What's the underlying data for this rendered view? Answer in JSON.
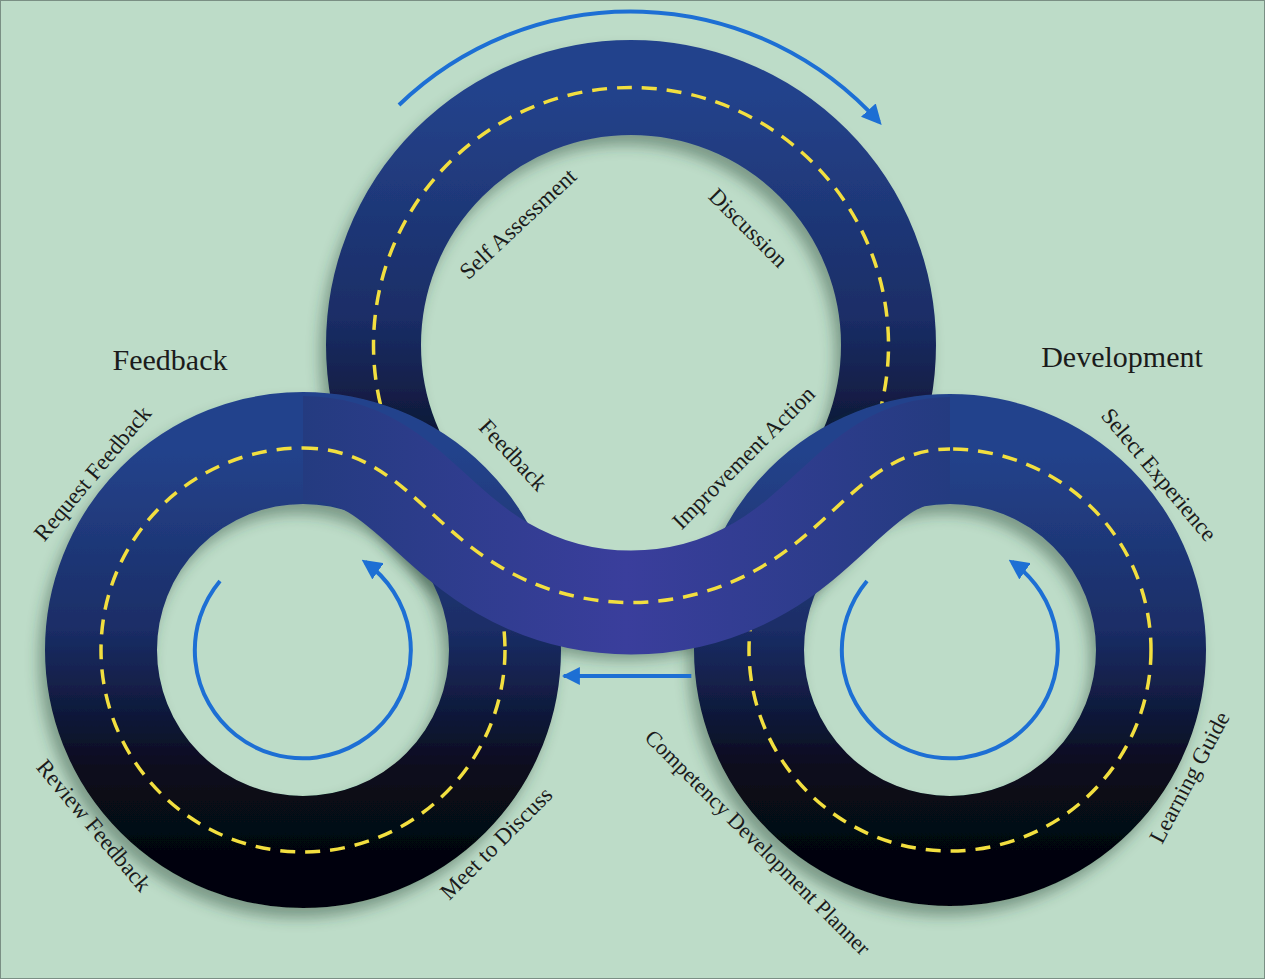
{
  "diagram": {
    "nodes": [
      {
        "text": [
          "Self Assessment",
          "Discussion",
          "Improvement Action",
          "Feedback"
        ]
      },
      {
        "text": [
          "Feedback",
          "Request Feedback",
          "Review Feedback",
          "Meet to Discuss"
        ]
      },
      {
        "text": [
          "Development",
          "Select Experience",
          "Learning Guide",
          "Competency Development Planner"
        ]
      }
    ],
    "edges": [
      {
        "from": 2,
        "to": 1,
        "arrow": "to"
      }
    ]
  }
}
